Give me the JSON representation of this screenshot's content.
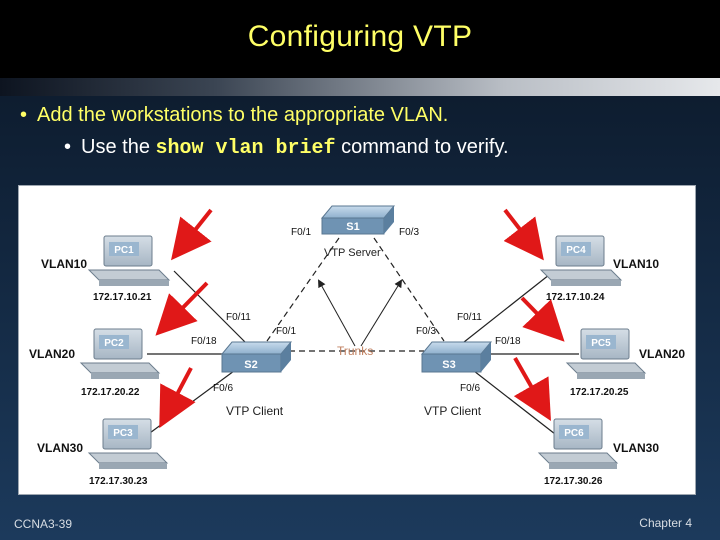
{
  "slide": {
    "title": "Configuring VTP",
    "bullet_main": "Add the workstations to the appropriate VLAN.",
    "bullet_sub_pre": "Use the ",
    "bullet_sub_code": "show vlan brief",
    "bullet_sub_post": " command to verify.",
    "bullet_glyph": "•",
    "footer_left": "CCNA3-39",
    "footer_right": "Chapter 4"
  },
  "diagram": {
    "switches": {
      "s1": {
        "name": "S1",
        "role": "VTP Server",
        "port_left": "F0/1",
        "port_right": "F0/3"
      },
      "s2": {
        "name": "S2",
        "role": "VTP Client",
        "port_up1": "F0/11",
        "port_up2": "F0/1",
        "port_left": "F0/18",
        "port_bottom": "F0/6"
      },
      "s3": {
        "name": "S3",
        "role": "VTP Client",
        "port_up1": "F0/11",
        "port_up2": "F0/3",
        "port_right": "F0/18",
        "port_bottom": "F0/6"
      }
    },
    "trunks_label": "Trunks",
    "pcs": [
      {
        "name": "PC1",
        "vlan": "VLAN10",
        "ip": "172.17.10.21"
      },
      {
        "name": "PC2",
        "vlan": "VLAN20",
        "ip": "172.17.20.22"
      },
      {
        "name": "PC3",
        "vlan": "VLAN30",
        "ip": "172.17.30.23"
      },
      {
        "name": "PC4",
        "vlan": "VLAN10",
        "ip": "172.17.10.24"
      },
      {
        "name": "PC5",
        "vlan": "VLAN20",
        "ip": "172.17.20.25"
      },
      {
        "name": "PC6",
        "vlan": "VLAN30",
        "ip": "172.17.30.26"
      }
    ],
    "colors": {
      "arrow": "#e01818",
      "switch": "#7ea3c4",
      "pc_tag": "#9ab6cf",
      "trunks": "#c08060"
    }
  }
}
